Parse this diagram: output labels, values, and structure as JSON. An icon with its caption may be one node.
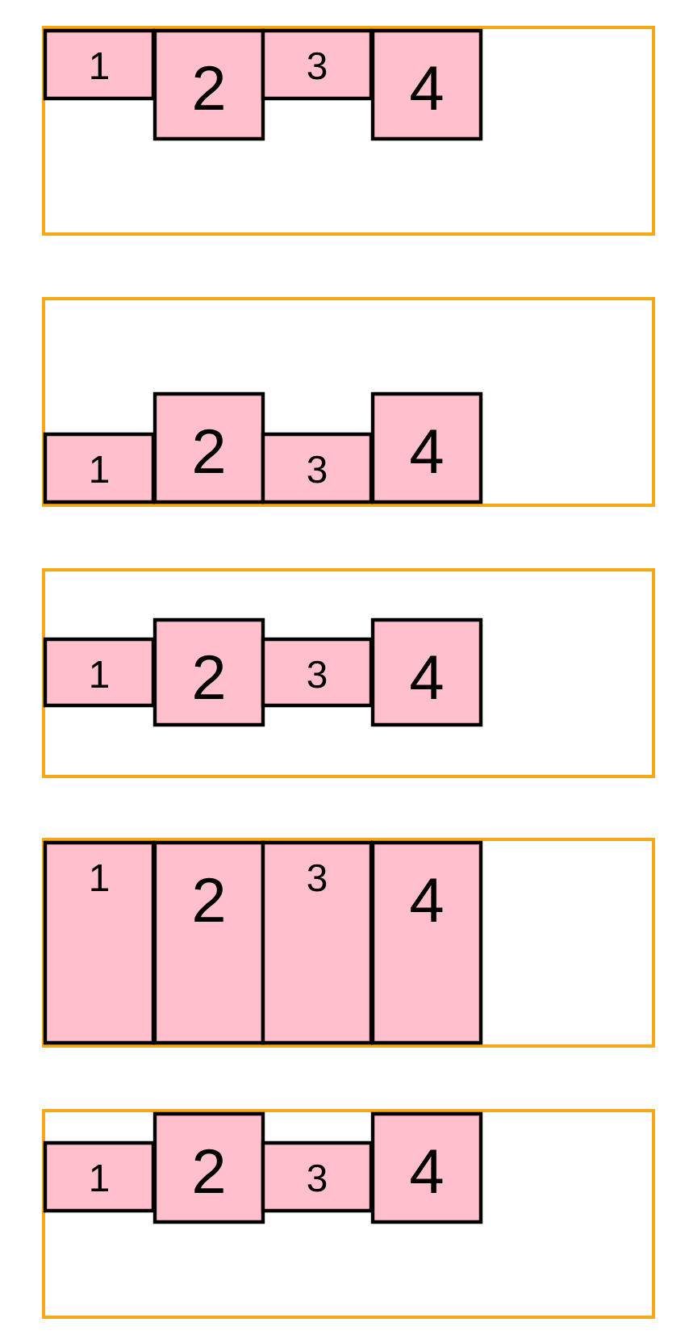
{
  "diagram": {
    "nodes": [
      {
        "text": [],
        "shape": "box"
      },
      {
        "text": [
          "1"
        ],
        "in": 0
      },
      {
        "text": [
          "2"
        ],
        "in": 0
      },
      {
        "text": [
          "3"
        ],
        "in": 0
      },
      {
        "text": [
          "4"
        ],
        "in": 0
      },
      {
        "text": [],
        "shape": "box"
      },
      {
        "text": [
          "1"
        ],
        "in": 5
      },
      {
        "text": [
          "2"
        ],
        "in": 5
      },
      {
        "text": [
          "3"
        ],
        "in": 5
      },
      {
        "text": [
          "4"
        ],
        "in": 5
      },
      {
        "text": [],
        "shape": "box"
      },
      {
        "text": [
          "1"
        ],
        "in": 10
      },
      {
        "text": [
          "2"
        ],
        "in": 10
      },
      {
        "text": [
          "3"
        ],
        "in": 10
      },
      {
        "text": [
          "4"
        ],
        "in": 10
      },
      {
        "text": [],
        "shape": "box"
      },
      {
        "text": [
          "1"
        ],
        "in": 15
      },
      {
        "text": [
          "2"
        ],
        "in": 15
      },
      {
        "text": [
          "3"
        ],
        "in": 15
      },
      {
        "text": [
          "4"
        ],
        "in": 15
      },
      {
        "text": [],
        "shape": "box"
      },
      {
        "text": [
          "1"
        ],
        "in": 20
      },
      {
        "text": [
          "2"
        ],
        "in": 20
      },
      {
        "text": [
          "3"
        ],
        "in": 20
      },
      {
        "text": [
          "4"
        ],
        "in": 20
      }
    ]
  }
}
